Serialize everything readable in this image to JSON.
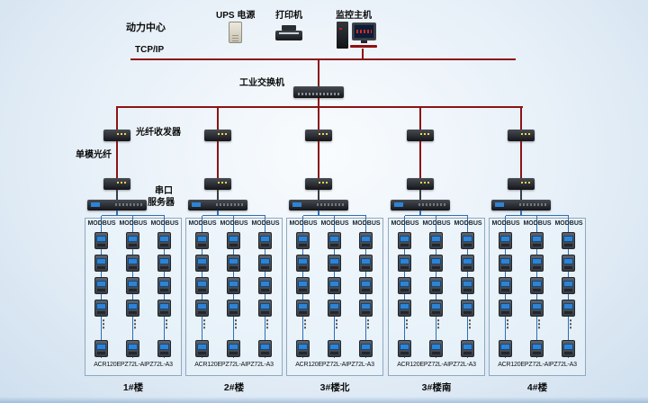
{
  "labels": {
    "power_center": "动力中心",
    "tcpip": "TCP/IP",
    "industrial_switch": "工业交换机",
    "fiber_transceiver": "光纤收发器",
    "single_mode_fiber": "单模光纤",
    "serial_server_line1": "串口",
    "serial_server_line2": "服务器",
    "ellipsis": "⋮"
  },
  "top_devices": [
    {
      "id": "ups",
      "label": "UPS 电源"
    },
    {
      "id": "printer",
      "label": "打印机"
    },
    {
      "id": "host",
      "label": "监控主机"
    }
  ],
  "groups": [
    {
      "name": "1#楼",
      "modbus": [
        "MODBUS",
        "MODBUS",
        "MODBUS"
      ],
      "meter_label": "ACR120EPZ72L-AIPZ72L-A3"
    },
    {
      "name": "2#楼",
      "modbus": [
        "MODBUS",
        "MODBUS",
        "MODBUS"
      ],
      "meter_label": "ACR120EPZ72L-AIPZ72L-A3"
    },
    {
      "name": "3#楼北",
      "modbus": [
        "MODBUS",
        "MODBUS",
        "MODBUS"
      ],
      "meter_label": "ACR120EPZ72L-AIPZ72L-A3"
    },
    {
      "name": "3#楼南",
      "modbus": [
        "MODBUS",
        "MODBUS",
        "MODBUS"
      ],
      "meter_label": "ACR120EPZ72L-AIPZ72L-A3"
    },
    {
      "name": "4#楼",
      "modbus": [
        "MODBUS",
        "MODBUS",
        "MODBUS"
      ],
      "meter_label": "ACR120EPZ72L-AIPZ72L-A3"
    }
  ],
  "colors": {
    "line_red": "#8b1414",
    "line_blue": "#2f6db3"
  }
}
